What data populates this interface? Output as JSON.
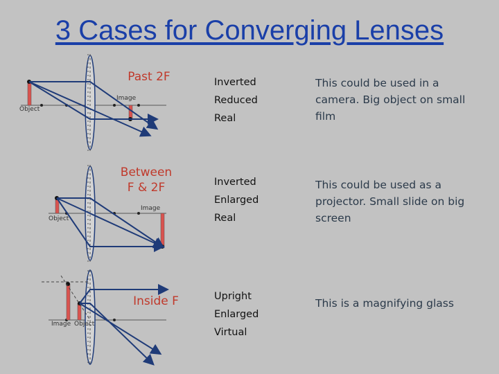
{
  "title": "3 Cases for Converging Lenses",
  "cases": [
    {
      "label_lines": [
        "Past 2F"
      ],
      "properties": [
        "Inverted",
        "Reduced",
        "Real"
      ],
      "note": "This could be used in a camera.  Big object on small film",
      "object_label": "Object",
      "image_label": "Image"
    },
    {
      "label_lines": [
        "Between",
        "F & 2F"
      ],
      "properties": [
        "Inverted",
        "Enlarged",
        "Real"
      ],
      "note": "This could be used as a projector. Small slide on big screen",
      "object_label": "Object",
      "image_label": "Image"
    },
    {
      "label_lines": [
        "Inside F"
      ],
      "properties": [
        "Upright",
        "Enlarged",
        "Virtual"
      ],
      "note": "This is a magnifying glass",
      "object_label": "Object",
      "image_label": "Image"
    }
  ],
  "colors": {
    "title": "#1a3fa8",
    "case_label": "#c0392b",
    "object_bar": "#d9534f",
    "ray": "#1f3b78",
    "background": "#c2c2c2"
  }
}
